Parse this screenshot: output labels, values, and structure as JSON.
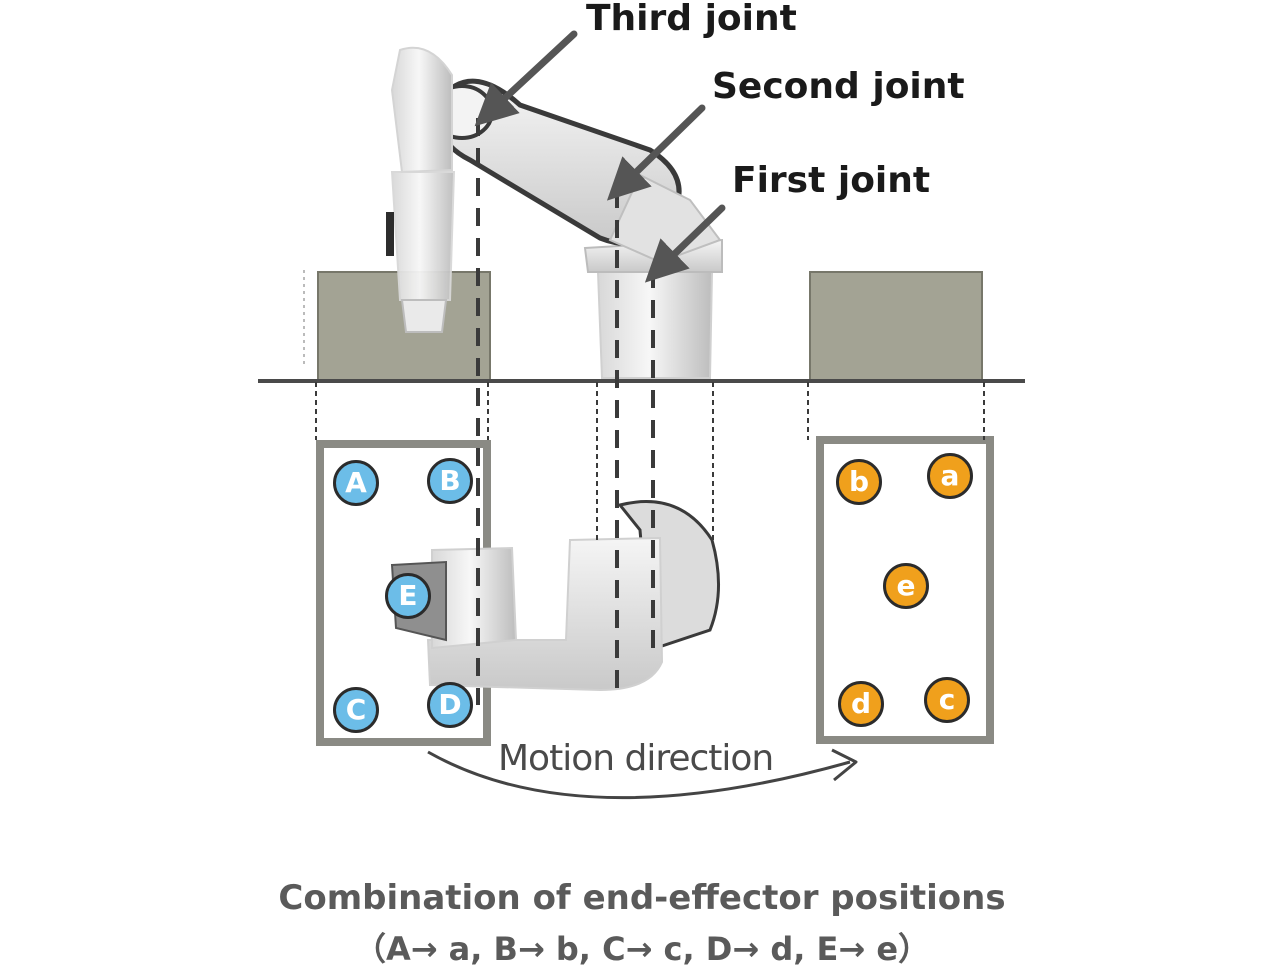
{
  "labels": {
    "third_joint": "Third joint",
    "second_joint": "Second joint",
    "first_joint": "First joint",
    "motion_direction": "Motion direction"
  },
  "start_positions": [
    "A",
    "B",
    "E",
    "C",
    "D"
  ],
  "goal_positions": [
    "b",
    "a",
    "e",
    "d",
    "c"
  ],
  "caption": {
    "line1": "Combination of end-effector positions",
    "line2": "（A→ a, B→ b, C→ c, D→ d, E→ e）"
  },
  "colors": {
    "start_marker": "#6cbde8",
    "goal_marker": "#f0a01c",
    "box": "#9d9d8b",
    "frame": "#8a8a84"
  }
}
